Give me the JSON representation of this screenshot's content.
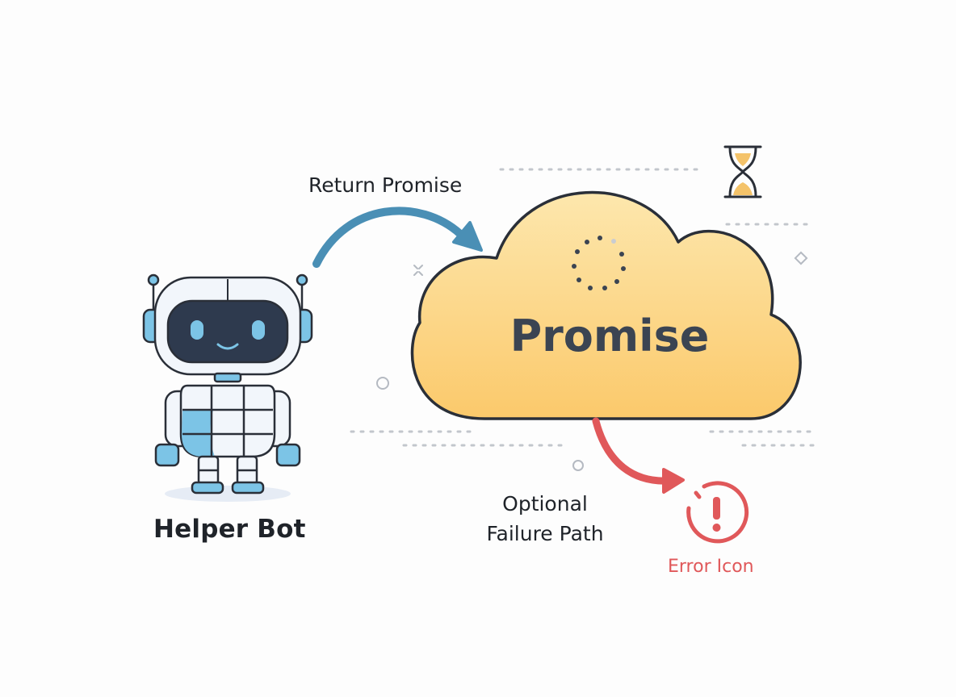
{
  "labels": {
    "helper_bot": "Helper Bot",
    "return_promise": "Return Promise",
    "promise": "Promise",
    "failure_line1": "Optional",
    "failure_line2": "Failure Path",
    "error_icon": "Error Icon"
  },
  "icons": {
    "robot": "robot-icon",
    "cloud": "cloud-shape",
    "spinner": "loading-spinner-icon",
    "hourglass": "hourglass-icon",
    "error": "error-icon"
  },
  "colors": {
    "return_arrow": "#4a8fb5",
    "failure_arrow": "#e0585a",
    "cloud_fill": "#fcd88c",
    "cloud_stroke": "#2a2f38",
    "robot_accent": "#7cc4e6",
    "robot_screen": "#2e3a4e",
    "text": "#1f2329",
    "error_text": "#e0585a"
  }
}
